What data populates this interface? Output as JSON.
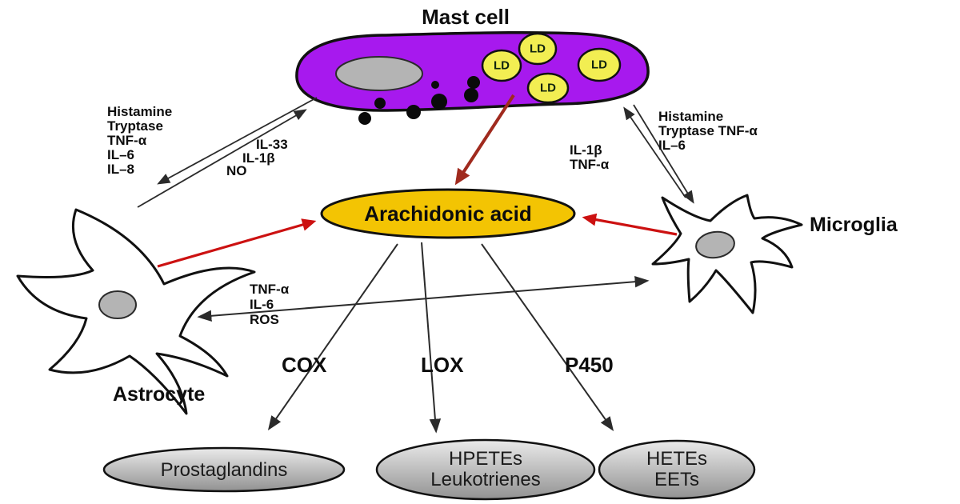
{
  "colors": {
    "mast_body": "#A719EE",
    "cell_nucleus": "#B4B4B4",
    "lipid_droplet": "#F2EE52",
    "granule": "#0A0A0A",
    "arachidonic_fill": "#F3C403",
    "product_top": "#EAEAEA",
    "product_bottom": "#929292",
    "arrow": "#2B2B2B",
    "red_arrow": "#CC1111",
    "red_arrow_dark": "#A02A1E"
  },
  "nodes": {
    "mast_cell": {
      "label": "Mast cell",
      "ld_label": "LD"
    },
    "astrocyte": {
      "label": "Astrocyte"
    },
    "microglia": {
      "label": "Microglia"
    },
    "arachidonic_acid": {
      "label": "Arachidonic acid"
    }
  },
  "mediators": {
    "astrocyte_to_mast": "Histamine\nTryptase\nTNF-α\nIL–6\nIL–8",
    "mast_to_astrocyte": [
      "IL-33",
      "IL-1β",
      "NO"
    ],
    "mast_microglia_left": "IL-1β\nTNF-α",
    "mast_microglia_right": "Histamine\nTryptase TNF-α\nIL–6",
    "microglia_to_astrocyte": "TNF-α\nIL-6\nROS"
  },
  "enzymes": {
    "cox": "COX",
    "lox": "LOX",
    "p450": "P450"
  },
  "products": [
    {
      "label": "Prostaglandins"
    },
    {
      "label": "HPETEs\nLeukotrienes"
    },
    {
      "label": "HETEs\nEETs"
    }
  ]
}
